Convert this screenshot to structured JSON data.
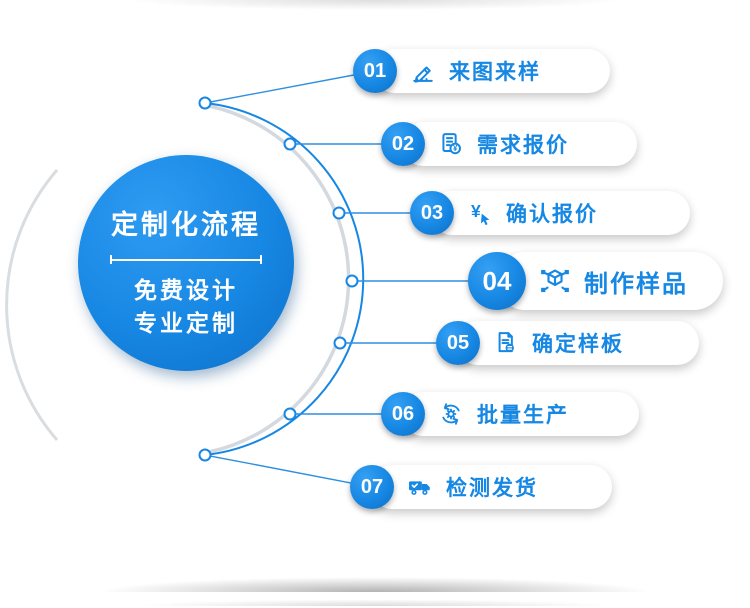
{
  "hub": {
    "title": "定制化流程",
    "lines": [
      "免费设计",
      "专业定制"
    ]
  },
  "steps": [
    {
      "number": "01",
      "label": "来图来样",
      "icon": "pencil-drawing-icon"
    },
    {
      "number": "02",
      "label": "需求报价",
      "icon": "document-quote-icon"
    },
    {
      "number": "03",
      "label": "确认报价",
      "icon": "yen-cursor-icon"
    },
    {
      "number": "04",
      "label": "制作样品",
      "icon": "cube-network-icon"
    },
    {
      "number": "05",
      "label": "确定样板",
      "icon": "document-list-icon"
    },
    {
      "number": "06",
      "label": "批量生产",
      "icon": "gear-sync-icon"
    },
    {
      "number": "07",
      "label": "检测发货",
      "icon": "truck-icon"
    }
  ],
  "colors": {
    "primary": "#1687e3",
    "label_text": "#1687e3",
    "pill_background": "#ffffff",
    "arc_shadow": "#d3d9de"
  }
}
